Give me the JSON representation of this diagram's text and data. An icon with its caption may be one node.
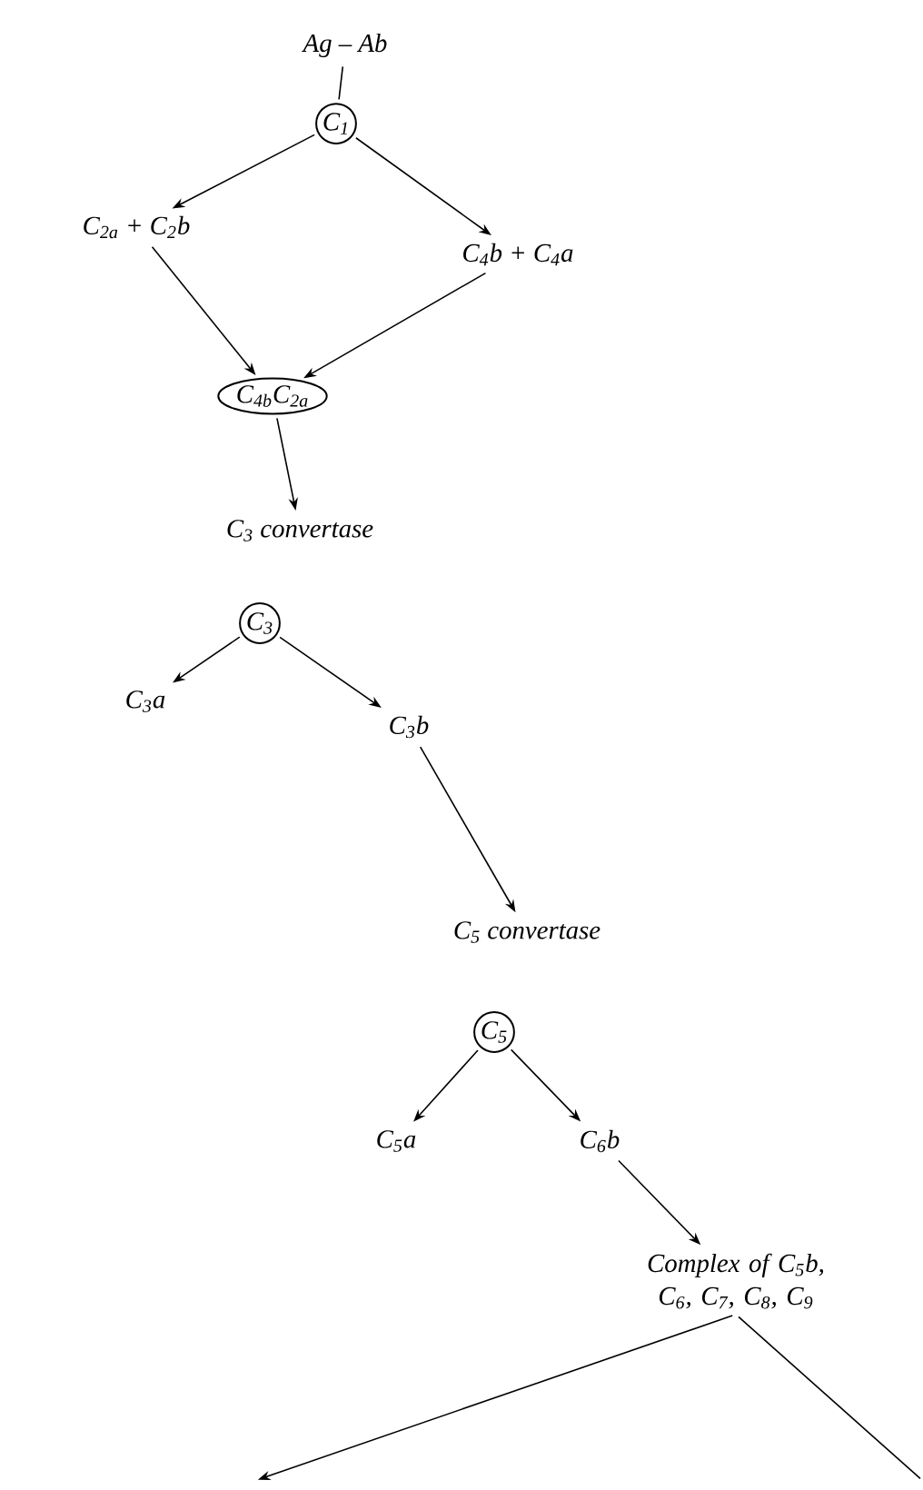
{
  "diagram": {
    "nodes": [
      {
        "text": [
          "Ag – Ab"
        ]
      },
      {
        "text": [
          "C$_{1}$"
        ]
      },
      {
        "text": [
          "C$_{2a}$ + C$_{2}$b"
        ]
      },
      {
        "text": [
          "C$_{4}$b + C$_{4}$a"
        ]
      },
      {
        "text": [
          "C$_{4b}$C$_{2a}$"
        ]
      },
      {
        "text": [
          "C$_{3}$ convertase"
        ]
      },
      {
        "text": [
          "C$_{3}$"
        ]
      },
      {
        "text": [
          "C$_{3}$a"
        ]
      },
      {
        "text": [
          "C$_{3}$b"
        ]
      },
      {
        "text": [
          "C$_{5}$ convertase"
        ]
      },
      {
        "text": [
          "C$_{5}$"
        ]
      },
      {
        "text": [
          "C$_{5}$a"
        ]
      },
      {
        "text": [
          "C$_{6}$b"
        ]
      },
      {
        "text": [
          "Complex of C$_{5}$b, C$_{6}$, C$_{7}$, C$_{8}$, C$_{9}$"
        ]
      }
    ],
    "edges": [
      {
        "from": 0,
        "to": 1,
        "arrow": "none"
      },
      {
        "from": 1,
        "to": 2,
        "arrow": "to"
      },
      {
        "from": 1,
        "to": 3,
        "arrow": "to"
      },
      {
        "from": 2,
        "to": 4,
        "arrow": "to"
      },
      {
        "from": 3,
        "to": 4,
        "arrow": "to"
      },
      {
        "from": 4,
        "to": 5,
        "arrow": "to"
      },
      {
        "from": 6,
        "to": 7,
        "arrow": "to"
      },
      {
        "from": 6,
        "to": 8,
        "arrow": "to"
      },
      {
        "from": 8,
        "to": 9,
        "arrow": "to"
      },
      {
        "from": 10,
        "to": 11,
        "arrow": "to"
      },
      {
        "from": 10,
        "to": 12,
        "arrow": "to"
      },
      {
        "from": 12,
        "to": 13,
        "arrow": "to"
      },
      {
        "from": 13,
        "to": null,
        "arrow": "to"
      },
      {
        "from": 13,
        "to": null,
        "arrow": "none"
      }
    ]
  }
}
